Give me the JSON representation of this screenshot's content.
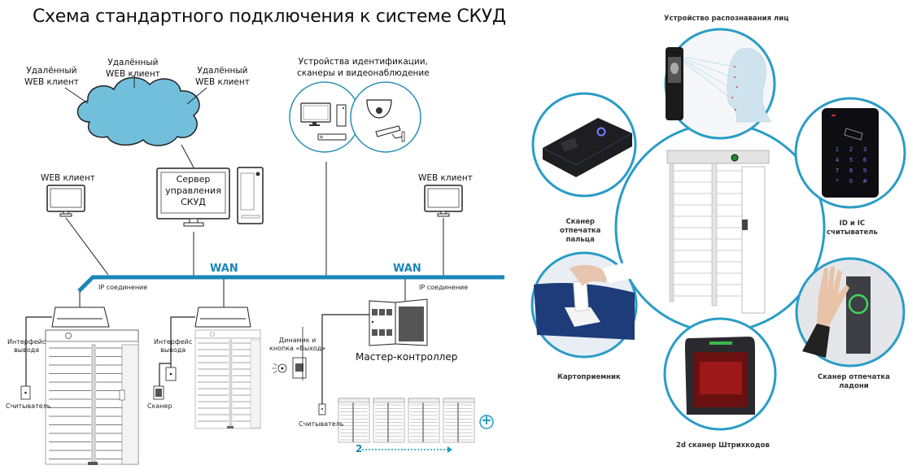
{
  "title": "Схема стандартного подключения к системе СКУД",
  "left_diagram": {
    "remote_clients": [
      {
        "line1": "Удалённый",
        "line2": "WEB клиент"
      },
      {
        "line1": "Удалённый",
        "line2": "WEB клиент"
      },
      {
        "line1": "Удалённый",
        "line2": "WEB клиент"
      }
    ],
    "devices_label": {
      "line1": "Устройства идентификации,",
      "line2": "сканеры и видеонаблюдение"
    },
    "web_client_left": "WEB клиент",
    "web_client_right": "WEB клиент",
    "server": {
      "line1": "Сервер",
      "line2": "управления",
      "line3": "СКУД"
    },
    "wan_labels": [
      "WAN",
      "WAN"
    ],
    "ip_labels": [
      "IP соединение",
      "IP соединение"
    ],
    "interface_labels": [
      {
        "line1": "Интерфейс",
        "line2": "вывода"
      },
      {
        "line1": "Интерфейс",
        "line2": "вывода"
      }
    ],
    "reader_label": "Считыватель",
    "scanner_label": "Сканер",
    "speaker_label": {
      "line1": "Динамик и",
      "line2": "кнопка «Выход»"
    },
    "master_controller": "Мастер-контроллер",
    "reader_label_2": "Считыватель",
    "count_label": "2",
    "plus_symbol": "+",
    "accent_color": "#1a86b8"
  },
  "right_diagram": {
    "face_device": "Устройство распознавания лиц",
    "fingerprint": {
      "line1": "Сканер",
      "line2": "отпечатка",
      "line3": "пальца"
    },
    "id_reader": {
      "line1": "ID и IC",
      "line2": "считыватель"
    },
    "card_reader": "Картоприемник",
    "palm_scanner": {
      "line1": "Сканер отпечатка",
      "line2": "ладони"
    },
    "barcode_scanner": "2d сканер Штрихкодов",
    "keypad_keys": [
      "1",
      "2",
      "3",
      "4",
      "5",
      "6",
      "7",
      "8",
      "9",
      "*",
      "0",
      "#"
    ],
    "ring_color": "#2a9cc6"
  }
}
